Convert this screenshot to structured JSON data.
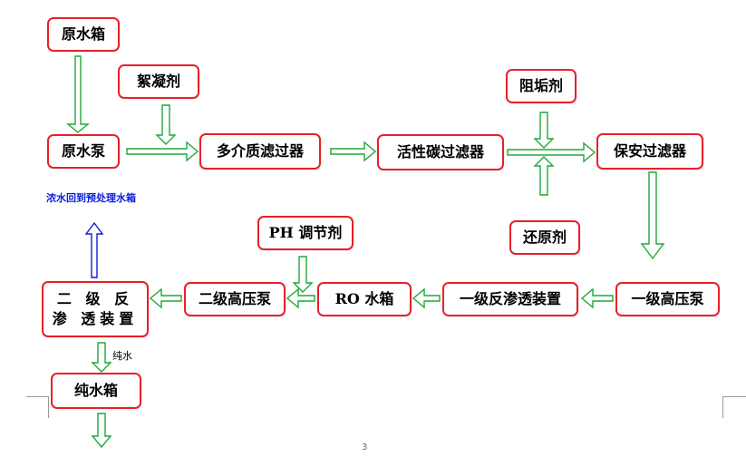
{
  "colors": {
    "box_border": "#e8202a",
    "flow_arrow": "#1fa83a",
    "return_arrow": "#0b1fd8"
  },
  "nodes": {
    "raw_water_tank": "原水箱",
    "flocculant": "絮凝剂",
    "raw_water_pump": "原水泵",
    "multimedia_filter": "多介质滤过器",
    "activated_carbon_filter": "活性碳过滤器",
    "scale_inhibitor": "阻垢剂",
    "security_filter": "保安过滤器",
    "reducing_agent": "还原剂",
    "ph_adjuster": "PH 调节剂",
    "stage1_high_pressure_pump": "一级高压泵",
    "stage1_reverse_osmosis": "一级反渗透装置",
    "ro_water_tank": "RO 水箱",
    "stage2_high_pressure_pump": "二级高压泵",
    "stage2_reverse_osmosis": "二 级 反 渗 透装置",
    "pure_water_tank": "纯水箱"
  },
  "annotations": {
    "concentrate_return": "浓水回到预处理水箱",
    "pure_water": "纯水"
  },
  "page_number": "3"
}
